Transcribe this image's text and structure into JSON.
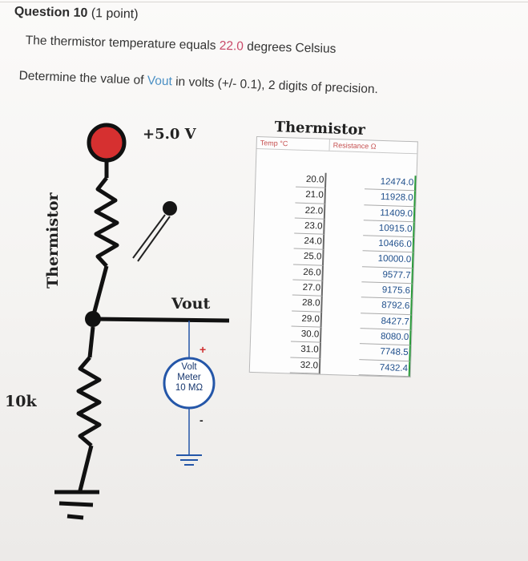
{
  "question": {
    "title": "Question 10",
    "points": "(1 point)",
    "line1_prefix": "The thermistor temperature equals ",
    "line1_value": "22.0",
    "line1_suffix": " degrees Celsius",
    "line2_prefix": "Determine the value of ",
    "line2_var": "Vout",
    "line2_suffix": " in volts (+/- 0.1), 2 digits of precision."
  },
  "circuit": {
    "supply_label": "+5.0 V",
    "thermistor_label": "Thermistor",
    "vout_label": "Vout",
    "resistor_label": "10k",
    "meter_line1": "Volt",
    "meter_line2": "Meter",
    "meter_line3": "10 MΩ",
    "meter_plus": "+",
    "meter_minus": "-"
  },
  "table": {
    "title": "Thermistor",
    "col_temp": "Temp °C",
    "col_res": "Resistance Ω",
    "rows": [
      {
        "temp": "20.0",
        "res": "12474.0"
      },
      {
        "temp": "21.0",
        "res": "11928.0"
      },
      {
        "temp": "22.0",
        "res": "11409.0"
      },
      {
        "temp": "23.0",
        "res": "10915.0"
      },
      {
        "temp": "24.0",
        "res": "10466.0"
      },
      {
        "temp": "25.0",
        "res": "10000.0"
      },
      {
        "temp": "26.0",
        "res": "9577.7"
      },
      {
        "temp": "27.0",
        "res": "9175.6"
      },
      {
        "temp": "28.0",
        "res": "8792.6"
      },
      {
        "temp": "29.0",
        "res": "8427.7"
      },
      {
        "temp": "30.0",
        "res": "8080.0"
      },
      {
        "temp": "31.0",
        "res": "7748.5"
      },
      {
        "temp": "32.0",
        "res": "7432.4"
      }
    ]
  },
  "colors": {
    "supply_dot": "#d63030",
    "meter_outline": "#2456a8",
    "highlight_value": "#c94a6a",
    "highlight_var": "#4a8fc4"
  }
}
